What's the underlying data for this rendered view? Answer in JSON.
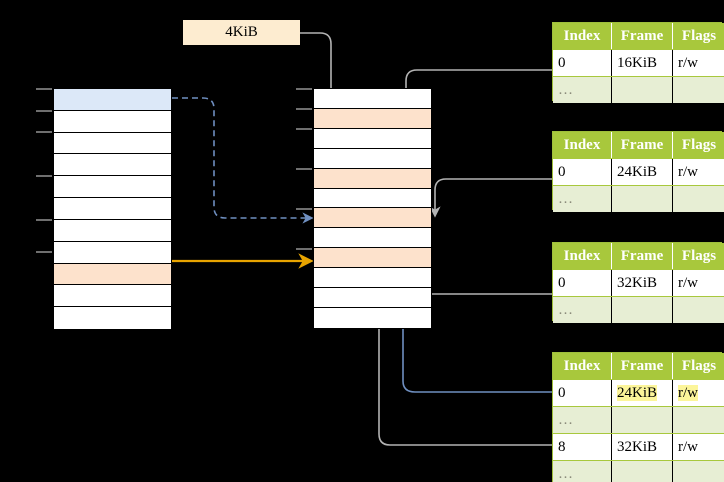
{
  "diagram": {
    "title_box": {
      "label": "4KiB"
    },
    "colors": {
      "table_header_green": "#a8c83c",
      "table_alt_row": "#e7eed4",
      "highlight_yellow": "#fcf59a",
      "selected_blue": "#dce8f8",
      "selected_peach": "#fde2cc",
      "label_box_cream": "#fdecd0",
      "arrow_orange": "#e8a400",
      "arrow_blue": "#6f8fc0",
      "arrow_gray": "#b0b0b0"
    },
    "left_column": {
      "name": "virtual-address-space",
      "row_count": 11,
      "rows": [
        {
          "fill": "blue"
        },
        {
          "fill": "white"
        },
        {
          "fill": "white"
        },
        {
          "fill": "white"
        },
        {
          "fill": "white"
        },
        {
          "fill": "white"
        },
        {
          "fill": "white"
        },
        {
          "fill": "white"
        },
        {
          "fill": "peach"
        },
        {
          "fill": "white"
        },
        {
          "fill": "white"
        }
      ]
    },
    "middle_column": {
      "name": "physical-frame-space",
      "row_count": 12,
      "rows": [
        {
          "fill": "white"
        },
        {
          "fill": "peach"
        },
        {
          "fill": "white"
        },
        {
          "fill": "white"
        },
        {
          "fill": "peach"
        },
        {
          "fill": "white"
        },
        {
          "fill": "peach"
        },
        {
          "fill": "white"
        },
        {
          "fill": "peach"
        },
        {
          "fill": "white"
        },
        {
          "fill": "white"
        },
        {
          "fill": "white"
        }
      ]
    },
    "page_tables": [
      {
        "name": "page-table-1",
        "headers": [
          "Index",
          "Frame",
          "Flags"
        ],
        "rows": [
          {
            "type": "entry",
            "index": "0",
            "frame": "16KiB",
            "flags": "r/w",
            "highlight": []
          },
          {
            "type": "ellipsis",
            "index": "…",
            "frame": "",
            "flags": ""
          }
        ]
      },
      {
        "name": "page-table-2",
        "headers": [
          "Index",
          "Frame",
          "Flags"
        ],
        "rows": [
          {
            "type": "entry",
            "index": "0",
            "frame": "24KiB",
            "flags": "r/w",
            "highlight": []
          },
          {
            "type": "ellipsis",
            "index": "…",
            "frame": "",
            "flags": ""
          }
        ]
      },
      {
        "name": "page-table-3",
        "headers": [
          "Index",
          "Frame",
          "Flags"
        ],
        "rows": [
          {
            "type": "entry",
            "index": "0",
            "frame": "32KiB",
            "flags": "r/w",
            "highlight": []
          },
          {
            "type": "ellipsis",
            "index": "…",
            "frame": "",
            "flags": ""
          }
        ]
      },
      {
        "name": "page-table-4",
        "headers": [
          "Index",
          "Frame",
          "Flags"
        ],
        "rows": [
          {
            "type": "entry",
            "index": "0",
            "frame": "24KiB",
            "flags": "r/w",
            "highlight": [
              "frame",
              "flags"
            ]
          },
          {
            "type": "ellipsis",
            "index": "…",
            "frame": "",
            "flags": ""
          },
          {
            "type": "entry",
            "index": "8",
            "frame": "32KiB",
            "flags": "r/w",
            "highlight": []
          },
          {
            "type": "ellipsis",
            "index": "…",
            "frame": "",
            "flags": ""
          }
        ]
      }
    ]
  }
}
